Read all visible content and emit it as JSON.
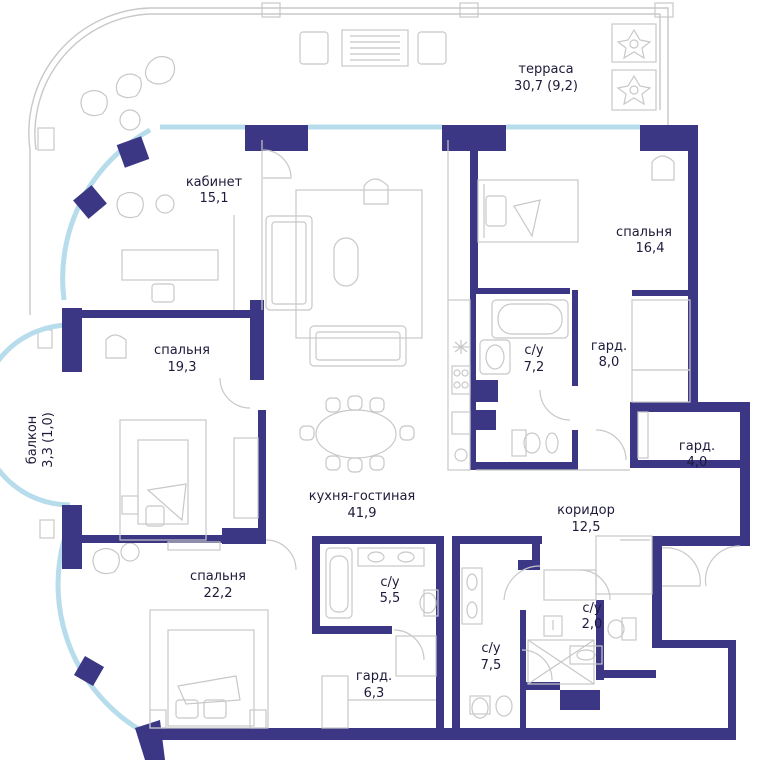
{
  "colors": {
    "wall": "#3b3785",
    "glass": "#d4ecf4",
    "line": "#c8c8c8",
    "text": "#1d1b3a",
    "background": "#ffffff"
  },
  "rooms": {
    "terrace": {
      "name": "терраса",
      "area": "30,7 (9,2)"
    },
    "study": {
      "name": "кабинет",
      "area": "15,1"
    },
    "bed_ne": {
      "name": "спальня",
      "area": "16,4"
    },
    "bed_w": {
      "name": "спальня",
      "area": "19,3"
    },
    "bath_1": {
      "name": "с/у",
      "area": "7,2"
    },
    "closet_1": {
      "name": "гард.",
      "area": "8,0"
    },
    "closet_2": {
      "name": "гард.",
      "area": "4,0"
    },
    "balcony": {
      "name": "балкон",
      "area": "3,3 (1,0)"
    },
    "kitchen": {
      "name": "кухня-гостиная",
      "area": "41,9"
    },
    "corridor": {
      "name": "коридор",
      "area": "12,5"
    },
    "bed_sw": {
      "name": "спальня",
      "area": "22,2"
    },
    "bath_2": {
      "name": "с/у",
      "area": "5,5"
    },
    "bath_4": {
      "name": "с/у",
      "area": "2,0"
    },
    "bath_3": {
      "name": "с/у",
      "area": "7,5"
    },
    "closet_3": {
      "name": "гард.",
      "area": "6,3"
    }
  },
  "icons": [
    "bed-icon",
    "sofa-icon",
    "armchair-icon",
    "dining-table-icon",
    "bathtub-icon",
    "toilet-icon",
    "sink-icon",
    "shower-icon",
    "plant-icon",
    "sun-lounger-icon",
    "desk-icon",
    "stove-icon"
  ]
}
